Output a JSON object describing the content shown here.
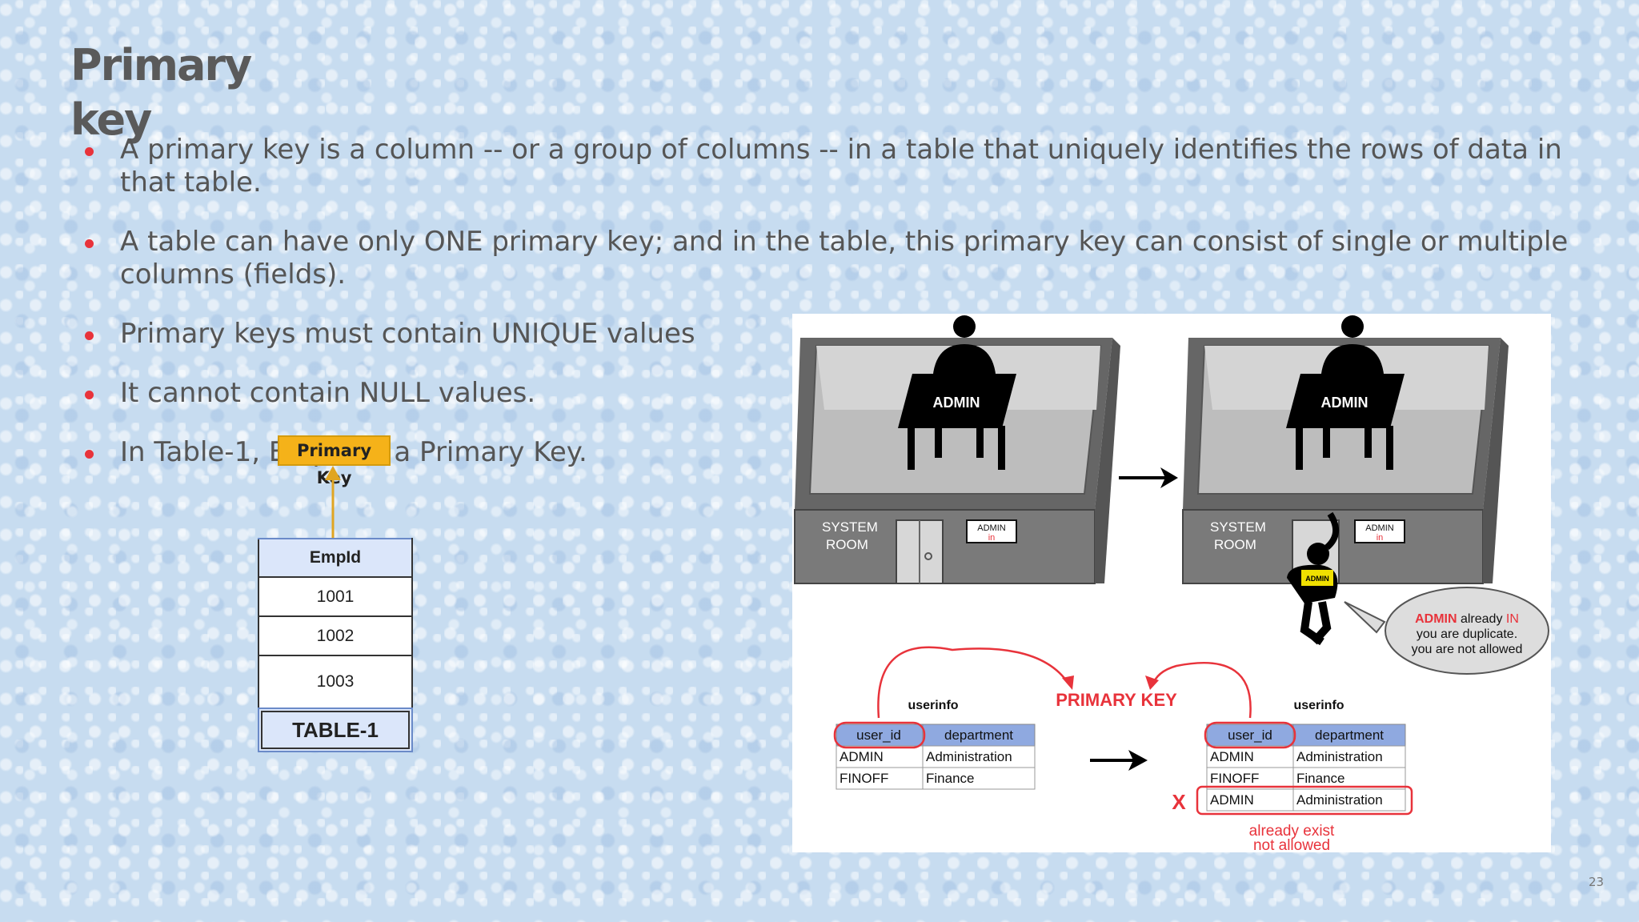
{
  "slide": {
    "title": "Primary key",
    "page_number": "23"
  },
  "bullets": [
    "A primary key is a column -- or a group of columns -- in a table that uniquely identifies the rows of data in that table.",
    "A table can have only ONE primary key; and in the table, this primary key can consist of single or multiple columns (fields).",
    "Primary keys must contain UNIQUE values",
    "It cannot contain NULL values.",
    "In Table-1, EmpId is a Primary Key."
  ],
  "table1": {
    "tag": "Primary Key",
    "header": "EmpId",
    "rows": [
      "1001",
      "1002",
      "1003"
    ],
    "caption": "TABLE-1"
  },
  "illustration": {
    "admin_label": "ADMIN",
    "room_label_line1": "SYSTEM",
    "room_label_line2": "ROOM",
    "door_sign_line1": "ADMIN",
    "door_sign_line2": "in",
    "intruder_label": "ADMIN",
    "speech_line1_a": "ADMIN",
    "speech_line1_b": " already ",
    "speech_line1_c": "IN",
    "speech_line2": "you are duplicate.",
    "speech_line3": "you are not allowed",
    "primary_key_label": "PRIMARY KEY",
    "left_table": {
      "title": "userinfo",
      "headers": [
        "user_id",
        "department"
      ],
      "rows": [
        [
          "ADMIN",
          "Administration"
        ],
        [
          "FINOFF",
          "Finance"
        ]
      ]
    },
    "right_table": {
      "title": "userinfo",
      "headers": [
        "user_id",
        "department"
      ],
      "rows": [
        [
          "ADMIN",
          "Administration"
        ],
        [
          "FINOFF",
          "Finance"
        ],
        [
          "ADMIN",
          "Administration"
        ]
      ]
    },
    "reject_mark": "X",
    "reject_note_line1": "already exist",
    "reject_note_line2": "not allowed",
    "colors": {
      "accent_red": "#e8333b",
      "header_blue": "#8fa9e0",
      "tag_orange": "#f5b219"
    }
  }
}
